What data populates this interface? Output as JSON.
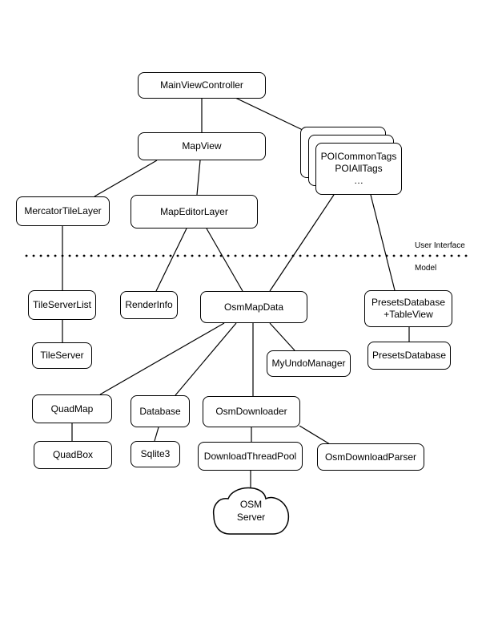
{
  "section_labels": {
    "user_interface": "User Interface",
    "model": "Model"
  },
  "nodes": {
    "main_view_controller": {
      "label": "MainViewController"
    },
    "map_view": {
      "label": "MapView"
    },
    "poi_stack": {
      "line1": "POICommonTags",
      "line2": "POIAllTags",
      "line3": "…"
    },
    "mercator_tile_layer": {
      "label": "MercatorTileLayer"
    },
    "map_editor_layer": {
      "label": "MapEditorLayer"
    },
    "tile_server_list": {
      "label": "TileServerList"
    },
    "render_info": {
      "label": "RenderInfo"
    },
    "osm_map_data": {
      "label": "OsmMapData"
    },
    "presets_database_table_view": {
      "line1": "PresetsDatabase",
      "line2": "+TableView"
    },
    "tile_server": {
      "label": "TileServer"
    },
    "my_undo_manager": {
      "label": "MyUndoManager"
    },
    "presets_database": {
      "label": "PresetsDatabase"
    },
    "quad_map": {
      "label": "QuadMap"
    },
    "database": {
      "label": "Database"
    },
    "osm_downloader": {
      "label": "OsmDownloader"
    },
    "quad_box": {
      "label": "QuadBox"
    },
    "sqlite3": {
      "label": "Sqlite3"
    },
    "download_thread_pool": {
      "label": "DownloadThreadPool"
    },
    "osm_download_parser": {
      "label": "OsmDownloadParser"
    },
    "osm_server": {
      "line1": "OSM",
      "line2": "Server"
    }
  },
  "colors": {
    "stroke": "#000000",
    "background": "#ffffff"
  }
}
